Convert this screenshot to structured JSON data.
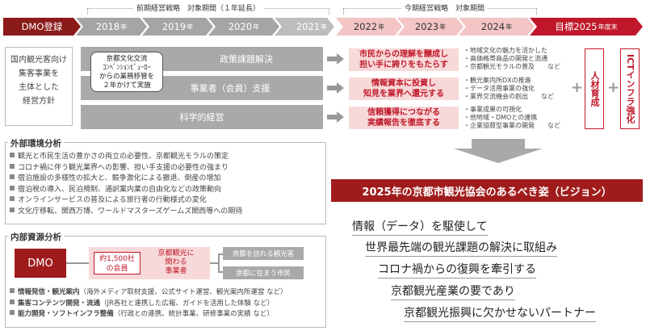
{
  "timeline": {
    "bracket_left": "前期経営戦略　対象期間（１年延長）",
    "bracket_right": "今期経営戦略　対象期間",
    "dmo_label": "DMO登録",
    "years": [
      {
        "year": "2018",
        "suffix": "年"
      },
      {
        "year": "2019",
        "suffix": "年"
      },
      {
        "year": "2020",
        "suffix": "年"
      },
      {
        "year": "2021",
        "suffix": "年"
      },
      {
        "year": "2022",
        "suffix": "年"
      },
      {
        "year": "2023",
        "suffix": "年"
      },
      {
        "year": "2024",
        "suffix": "年"
      }
    ],
    "goal": {
      "prefix": "目標 ",
      "year": "2025",
      "suffix": "年度末"
    }
  },
  "policy": {
    "lines": [
      "国内観光客向け",
      "集客事業を",
      "主体とした",
      "経営方針"
    ]
  },
  "callout": {
    "lines": [
      "京都文化交流",
      "ｺﾝﾍﾞﾝｼｮﾝﾋﾞｭｰﾛｰ",
      "からの業務移管を",
      "２年かけて実施"
    ]
  },
  "strategies": [
    {
      "label": "政策課題解決",
      "target_lines": [
        "市民からの理解を醸成し",
        "担い手に誇りをもたらす"
      ],
      "bullets": [
        "地域文化の魅力を活かした",
        "高価格帯商品の開発と流通",
        "京都観光モラルの普及　　など"
      ]
    },
    {
      "label": "事業者（会員）支援",
      "target_lines": [
        "情報資本に投資し",
        "知見を業界へ還元する"
      ],
      "bullets": [
        "観光案内所DXの推進",
        "データ活用事業の強化",
        "業界交流機会の創出　　など"
      ]
    },
    {
      "label": "科学的経営",
      "target_lines": [
        "信頼獲得につながる",
        "実績報告を徹底する"
      ],
      "bullets": [
        "事業成果の可視化",
        "他地域・DMOとの連携",
        "企業協賛型事業の開発　　など"
      ]
    }
  ],
  "side_boxes": [
    "人材育成",
    "ICTインフラ強化"
  ],
  "external": {
    "title": "外部環境分析",
    "items": [
      "観光と市民生活の豊かさの両立の必要性、京都観光モラルの策定",
      "コロナ禍に伴う観光業界への影響、担い手支援の必要性の強まり",
      "宿泊施設の多様性の拡大と、競争激化による撤退、倒産の増加",
      "宿泊税の導入、民泊規制、通訳案内業の自由化などの政策動向",
      "オンラインサービスの普及による旅行者の行動様式の変化",
      "文化庁移転、関西万博、ワールドマスターズゲームズ関西等への期待"
    ]
  },
  "internal": {
    "title": "内部資源分析",
    "dmo": "DMO",
    "members": [
      "約1,500社",
      "の会員"
    ],
    "related": [
      "京都観光に",
      "関わる",
      "事業者"
    ],
    "targets": [
      "京都を訪れる観光客",
      "京都に住まう市民"
    ],
    "items": [
      {
        "bold": "情報発信・観光案内",
        "rest": "（海外メディア取材支援、公式サイト運営、観光案内所運営 など）"
      },
      {
        "bold": "集客コンテンツ開発・流通",
        "rest": "（JR各社と連携した広報、ガイドを活用した体験 など）"
      },
      {
        "bold": "能力開発・ソフトインフラ整備",
        "rest": "（行政との連携、統計事業、研修事業の実績 など）"
      }
    ]
  },
  "vision": {
    "title": "2025年の京都市観光協会のあるべき姿（ビジョン）",
    "lines": [
      "情報（データ）を駆使して",
      "世界最先端の観光課題の解決に取組み",
      "コロナ禍からの復興を牽引する",
      "京都観光産業の要であり",
      "京都観光振興に欠かせないパートナー"
    ]
  }
}
